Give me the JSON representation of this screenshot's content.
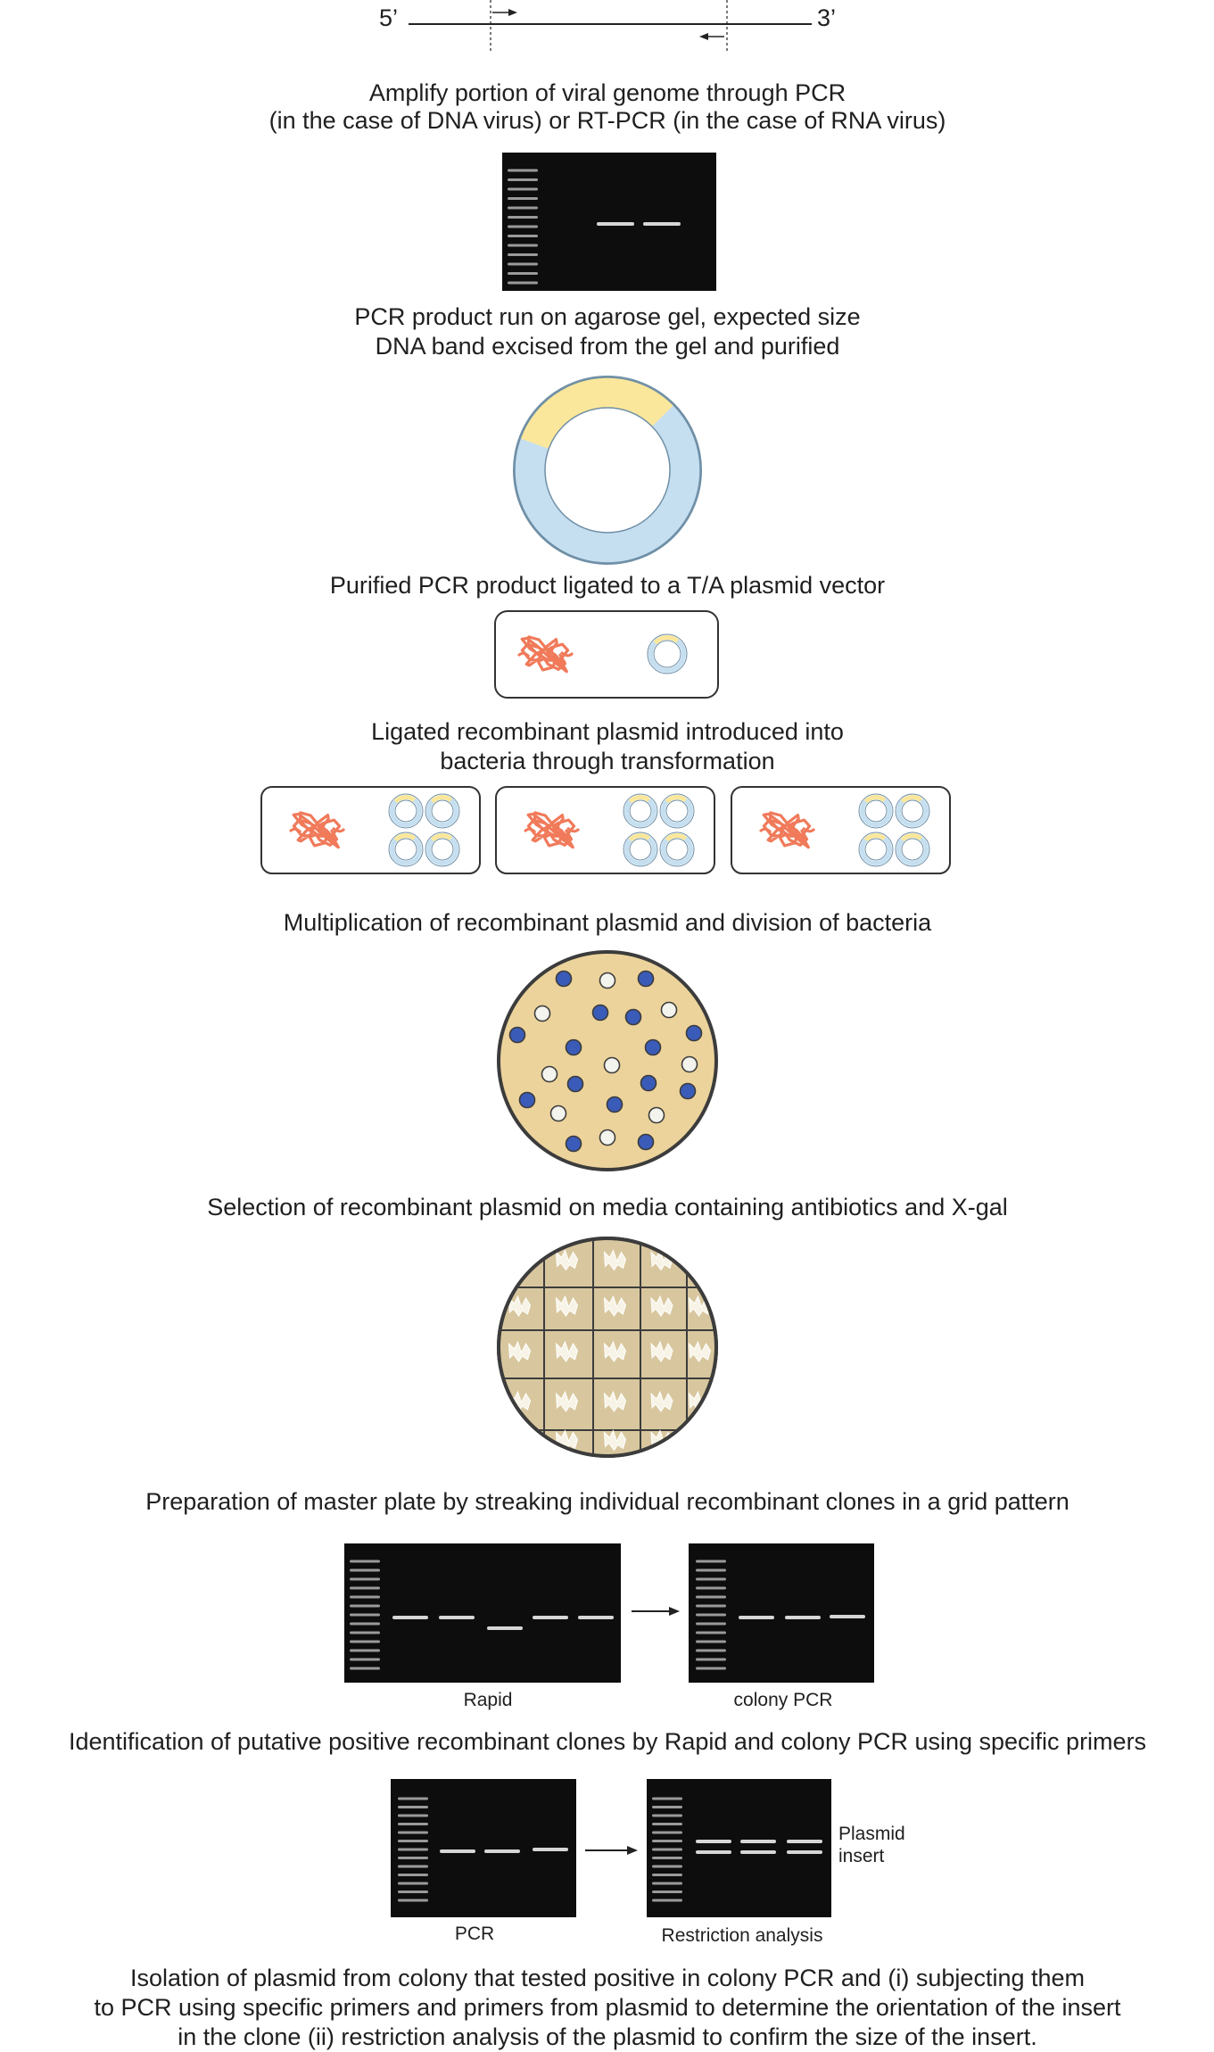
{
  "primer_diagram": {
    "five_prime": "5’",
    "three_prime": "3’"
  },
  "steps": [
    {
      "lines": [
        "Amplify portion of viral genome through PCR",
        "(in the case of DNA virus) or RT-PCR (in the case of RNA virus)"
      ]
    },
    {
      "lines": [
        "PCR product run on agarose gel, expected size",
        "DNA band excised from the gel and purified"
      ]
    },
    {
      "lines": [
        "Purified PCR product ligated to a T/A plasmid vector"
      ]
    },
    {
      "lines": [
        "Ligated recombinant plasmid introduced into",
        "bacteria through transformation"
      ]
    },
    {
      "lines": [
        "Multiplication of recombinant plasmid and division of bacteria"
      ]
    },
    {
      "lines": [
        "Selection of recombinant plasmid on media containing antibiotics and X-gal"
      ]
    },
    {
      "lines": [
        "Preparation of master plate by streaking individual recombinant clones in a grid pattern"
      ]
    },
    {
      "lines": [
        "Identification of putative positive recombinant clones by Rapid and colony PCR using specific primers"
      ]
    },
    {
      "lines": [
        "Isolation of plasmid from colony that tested positive in colony PCR and (i) subjecting them",
        "to PCR using specific primers and primers from plasmid to determine the orientation of the insert",
        "in the clone (ii) restriction analysis of the plasmid to confirm the size of the insert."
      ]
    }
  ],
  "gel_labels": {
    "rapid": "Rapid",
    "colony_pcr": "colony PCR",
    "pcr": "PCR",
    "restriction": "Restriction analysis",
    "plasmid": "Plasmid",
    "insert": "insert"
  },
  "colors": {
    "gel_bg": "#0d0d0d",
    "ladder_band": "#9a9a9a",
    "sample_band": "#d6d6d6",
    "plasmid_ring": "#c5dff0",
    "plasmid_insert": "#fbe79b",
    "bacterial_dna": "#f07a5a",
    "agar": "#ecd39b",
    "blue_colony": "#3a5bb8",
    "white_colony": "#f4f4ee"
  }
}
